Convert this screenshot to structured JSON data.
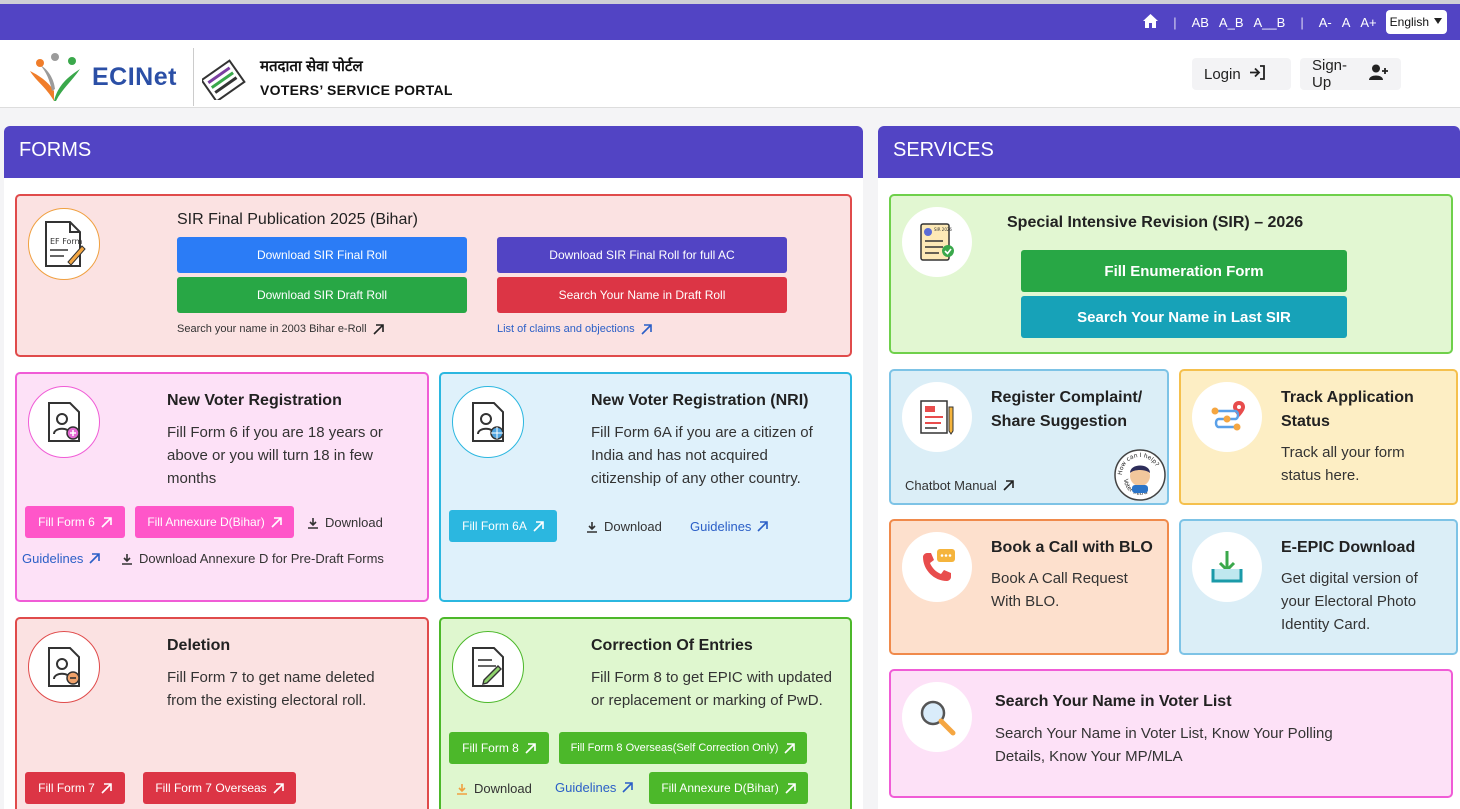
{
  "topbar": {
    "font_tools": [
      "AB",
      "A_B",
      "A__B"
    ],
    "size_tools": [
      "A-",
      "A",
      "A+"
    ],
    "language": "English"
  },
  "header": {
    "brand_name": "ECINet",
    "portal_hindi": "मतदाता सेवा पोर्टल",
    "portal_english": "VOTERS’ SERVICE PORTAL",
    "login": "Login",
    "signup": "Sign-Up"
  },
  "forms": {
    "title": "FORMS",
    "sir": {
      "icon_text": "EF Form",
      "title": "SIR Final Publication 2025 (Bihar)",
      "btn_final_roll": "Download SIR Final Roll",
      "btn_final_roll_ac": "Download SIR Final Roll for full AC",
      "btn_draft_roll": "Download SIR Draft Roll",
      "btn_search_draft": "Search Your Name in Draft Roll",
      "link_2003": "Search your name in 2003 Bihar e-Roll",
      "link_claims": "List of claims and objections"
    },
    "new_voter": {
      "title": "New Voter Registration",
      "desc": "Fill Form 6 if you are 18 years or above or you will turn 18 in few months",
      "btn_form6": "Fill Form 6",
      "btn_annexure": "Fill Annexure D(Bihar)",
      "download": "Download",
      "guidelines": "Guidelines",
      "download_annexure": "Download Annexure D for Pre-Draft Forms"
    },
    "nri": {
      "title": "New Voter Registration (NRI)",
      "desc": "Fill Form 6A if you are a citizen of India and has not acquired citizenship of any other country.",
      "btn_form6a": "Fill Form 6A",
      "download": "Download",
      "guidelines": "Guidelines"
    },
    "deletion": {
      "title": "Deletion",
      "desc": "Fill Form 7 to get name deleted from the existing electoral roll.",
      "btn_form7": "Fill Form 7",
      "btn_form7_overseas": "Fill Form 7 Overseas"
    },
    "correction": {
      "title": "Correction Of Entries",
      "desc": "Fill Form 8 to get EPIC with updated or replacement or marking of PwD.",
      "btn_form8": "Fill Form 8",
      "btn_form8_overseas": "Fill Form 8 Overseas(Self Correction Only)",
      "download": "Download",
      "guidelines": "Guidelines",
      "btn_annexure": "Fill Annexure D(Bihar)"
    }
  },
  "services": {
    "title": "SERVICES",
    "sir2026": {
      "title": "Special Intensive Revision (SIR) – 2026",
      "btn_enumeration": "Fill Enumeration Form",
      "btn_search_last": "Search Your Name in Last SIR",
      "icon_text": "SIR 2026"
    },
    "complaint": {
      "title": "Register Complaint/ Share Suggestion",
      "chatbot": "Chatbot Manual",
      "mitra_top": "How can I help?",
      "mitra_bottom": "Voter Mitra"
    },
    "track": {
      "title": "Track Application Status",
      "desc": "Track all your form status here."
    },
    "blo": {
      "title": "Book a Call with BLO",
      "desc": "Book A Call Request With BLO."
    },
    "epic": {
      "title": "E-EPIC Download",
      "desc": "Get digital version of your Electoral Photo Identity Card."
    },
    "search": {
      "title": "Search Your Name in Voter List",
      "desc": "Search Your Name in Voter List, Know Your Polling Details, Know Your MP/MLA"
    }
  },
  "colors": {
    "header_purple": "#5244c4",
    "btn_blue": "#2b7cf6",
    "btn_purple": "#5244c4",
    "btn_green": "#28a745",
    "btn_red": "#dc3545",
    "btn_pink": "#ff56c9",
    "btn_cyan": "#2bb7e0",
    "btn_lime": "#4cb82a",
    "btn_teal": "#17a2b8"
  }
}
